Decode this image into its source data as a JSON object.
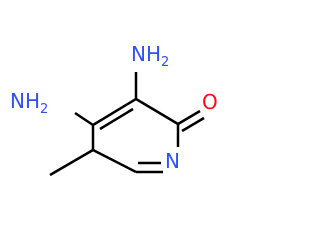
{
  "molecule": {
    "atoms": [
      {
        "id": "n_top",
        "label": "NH",
        "subscript": "2",
        "element": "N",
        "color": "#3050F8"
      },
      {
        "id": "n_left",
        "label": "NH",
        "subscript": "2",
        "element": "N",
        "color": "#3050F8"
      },
      {
        "id": "o",
        "label": "O",
        "subscript": "",
        "element": "O",
        "color": "#FF0D0D"
      },
      {
        "id": "n_ring",
        "label": "N",
        "subscript": "",
        "element": "N",
        "color": "#3050F8"
      }
    ],
    "bond_color": "#000000"
  }
}
